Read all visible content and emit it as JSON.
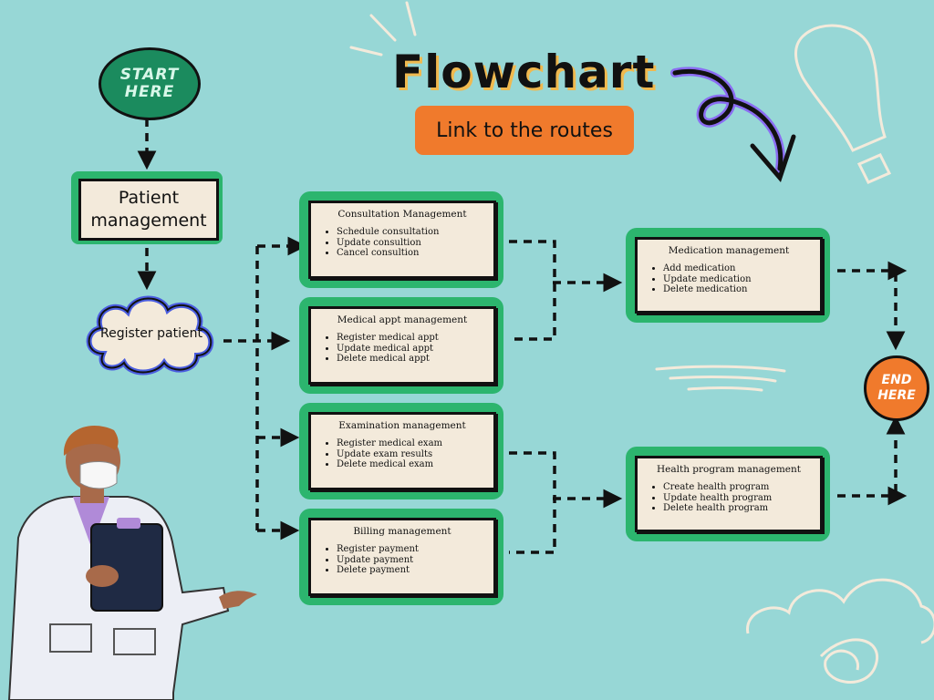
{
  "title": "Flowchart",
  "link_button": "Link to the routes",
  "start_label": "START HERE",
  "end_label": "END HERE",
  "patient_management": "Patient management",
  "register_patient": "Register patient",
  "modules": [
    {
      "title": "Consultation Management",
      "items": [
        "Schedule consultation",
        "Update consultion",
        "Cancel consultion"
      ]
    },
    {
      "title": "Medical appt management",
      "items": [
        "Register medical appt",
        "Update medical appt",
        "Delete medical appt"
      ]
    },
    {
      "title": "Examination management",
      "items": [
        "Register medical exam",
        "Update exam results",
        "Delete medical exam"
      ]
    },
    {
      "title": "Billing management",
      "items": [
        "Register payment",
        "Update payment",
        "Delete payment"
      ]
    },
    {
      "title": "Medication management",
      "items": [
        "Add medication",
        "Update medication",
        "Delete medication"
      ]
    },
    {
      "title": "Health program management",
      "items": [
        "Create health program",
        "Update health program",
        "Delete health program"
      ]
    }
  ],
  "colors": {
    "background": "#97d7d6",
    "box_border_green": "#2cb56e",
    "card_fill": "#f3eadb",
    "accent_orange": "#f07a2c",
    "start_green": "#1b8b5e",
    "arrow_purple": "#8a6df2"
  }
}
